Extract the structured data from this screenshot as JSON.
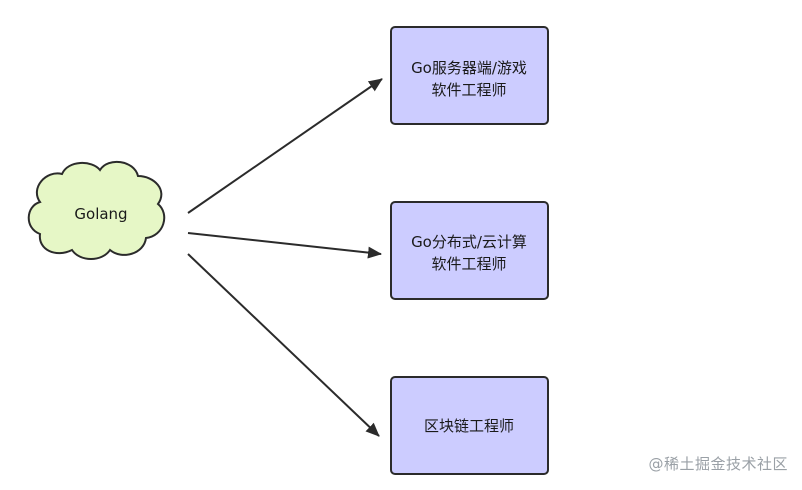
{
  "source": {
    "label": "Golang",
    "fill": "#e6f7c6",
    "stroke": "#2b2b2b"
  },
  "careers": [
    {
      "line1": "Go服务器端/游戏",
      "line2": "软件工程师"
    },
    {
      "line1": "Go分布式/云计算",
      "line2": "软件工程师"
    },
    {
      "line1": "区块链工程师",
      "line2": ""
    }
  ],
  "box_style": {
    "fill": "#ccccff",
    "stroke": "#2b2b2b"
  },
  "arrow_color": "#2b2b2b",
  "watermark": "@稀土掘金技术社区"
}
